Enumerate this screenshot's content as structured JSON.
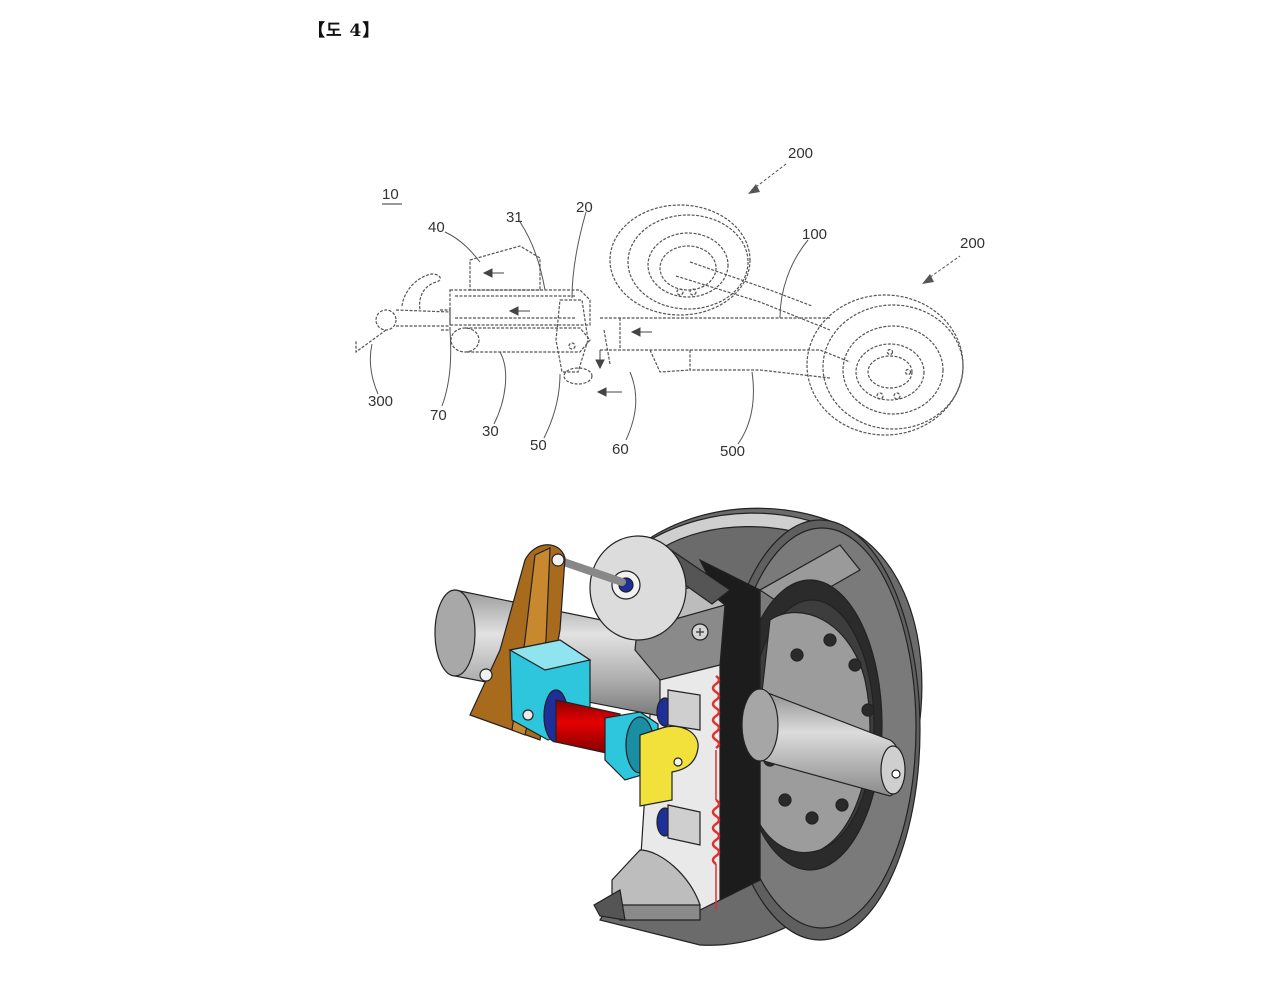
{
  "figure": {
    "title": "【도 4】"
  },
  "line_drawing": {
    "labels": {
      "r10": "10",
      "r20": "20",
      "r30": "30",
      "r31": "31",
      "r40": "40",
      "r50": "50",
      "r60": "60",
      "r70": "70",
      "r100": "100",
      "r200a": "200",
      "r200b": "200",
      "r300": "300",
      "r500": "500"
    }
  },
  "render": {
    "colors": {
      "line": "#555555",
      "lever": "#a86a1c",
      "cam": "#2ec6dd",
      "cam_dark": "#1a8fa4",
      "rod": "#cc0000",
      "yoke": "#f2e13a",
      "spring": "#e03030",
      "axle": "#b8b8b8",
      "axle_dark": "#888888",
      "drum": "#6e6e6e",
      "drum_light": "#a0a0a0",
      "hub": "#3a3a3a",
      "bearing": "#1f2f9a"
    }
  }
}
